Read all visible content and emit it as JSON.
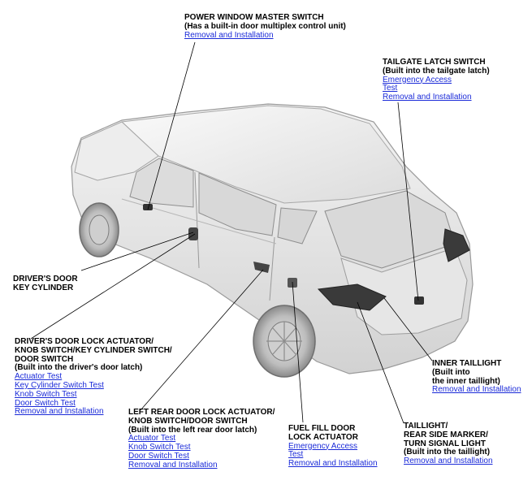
{
  "callouts": {
    "power_window": {
      "title": "POWER WINDOW MASTER SWITCH",
      "sub": "(Has a built-in door multiplex control unit)",
      "links": [
        "Removal and Installation"
      ]
    },
    "tailgate_latch": {
      "title": "TAILGATE LATCH SWITCH",
      "sub": "(Built into the tailgate latch)",
      "links": [
        "Emergency Access",
        "Test",
        "Removal and Installation"
      ]
    },
    "key_cylinder": {
      "title_lines": [
        "DRIVER'S DOOR",
        "KEY CYLINDER"
      ]
    },
    "driver_lock": {
      "title_lines": [
        "DRIVER'S DOOR LOCK ACTUATOR/",
        "KNOB SWITCH/KEY CYLINDER SWITCH/",
        "DOOR SWITCH"
      ],
      "sub": "(Built into the driver's door latch)",
      "links": [
        "Actuator Test",
        "Key Cylinder Switch Test",
        "Knob Switch Test",
        "Door Switch Test",
        "Removal and Installation"
      ]
    },
    "rear_lock": {
      "title_lines": [
        "LEFT REAR DOOR LOCK ACTUATOR/",
        "KNOB SWITCH/DOOR SWITCH"
      ],
      "sub": "(Built into the left rear door latch)",
      "links": [
        "Actuator Test",
        "Knob Switch Test",
        "Door Switch Test",
        "Removal and Installation"
      ]
    },
    "fuel_fill": {
      "title_lines": [
        "FUEL FILL DOOR",
        "LOCK ACTUATOR"
      ],
      "links": [
        "Emergency Access",
        "Test",
        "Removal and Installation"
      ]
    },
    "inner_taillight": {
      "title": "INNER TAILLIGHT",
      "sub_lines": [
        "(Built into",
        "the inner taillight)"
      ],
      "links": [
        "Removal and Installation"
      ]
    },
    "taillight": {
      "title_lines": [
        "TAILLIGHT/",
        "REAR SIDE MARKER/",
        "TURN SIGNAL LIGHT"
      ],
      "sub": "(Built into the taillight)",
      "links": [
        "Removal and Installation"
      ]
    }
  }
}
